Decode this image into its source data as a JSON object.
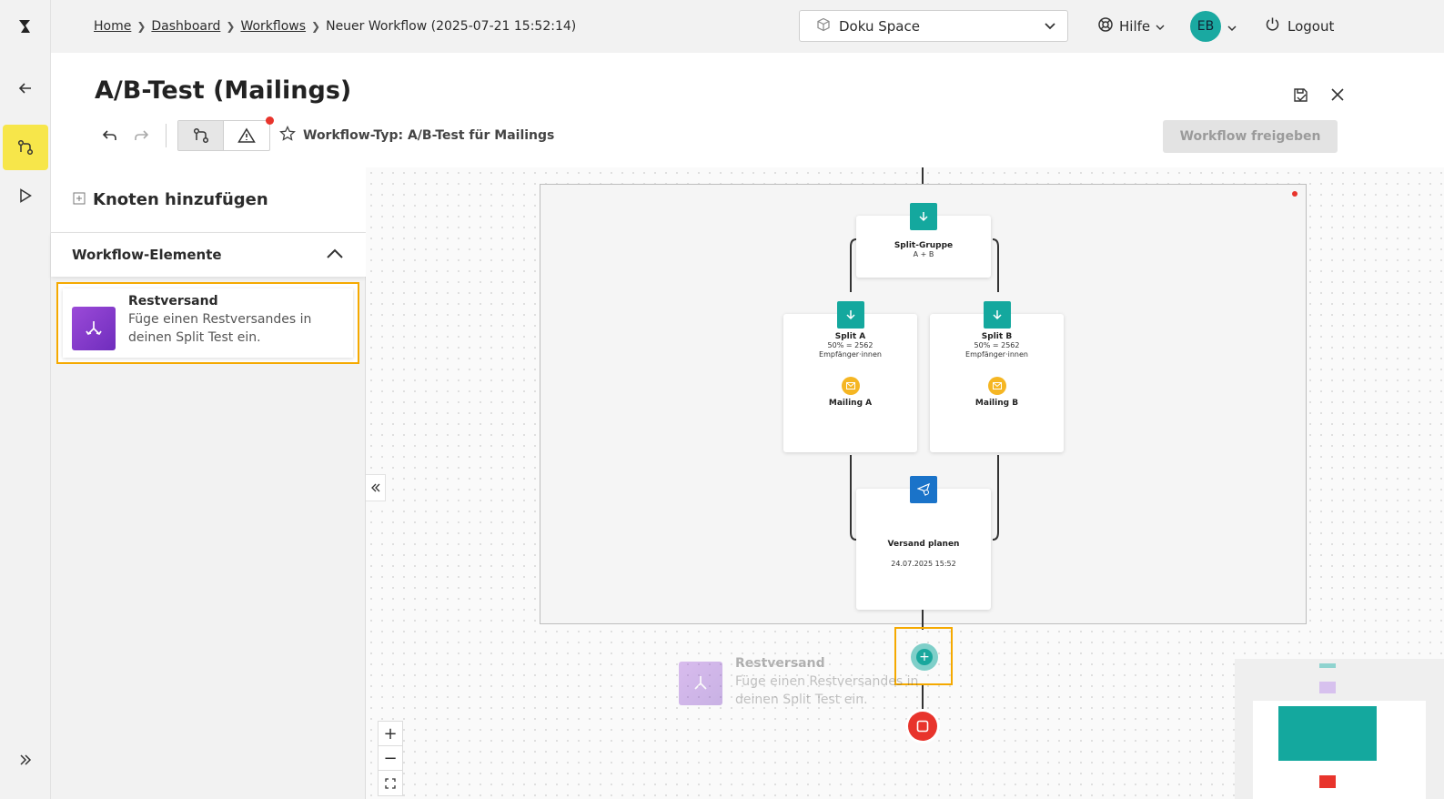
{
  "breadcrumb": {
    "items": [
      "Home",
      "Dashboard",
      "Workflows"
    ],
    "current": "Neuer Workflow (2025-07-21 15:52:14)"
  },
  "space_select": {
    "value": "Doku Space"
  },
  "help": {
    "label": "Hilfe"
  },
  "user": {
    "initials": "EB"
  },
  "logout": {
    "label": "Logout"
  },
  "page": {
    "title": "A/B-Test (Mailings)",
    "workflow_type": "Workflow-Typ: A/B-Test für Mailings",
    "release_button": "Workflow freigeben"
  },
  "panel": {
    "title": "Knoten hinzufügen",
    "section": "Workflow-Elemente",
    "element": {
      "title": "Restversand",
      "description": "Füge einen Restversandes in deinen Split Test ein."
    }
  },
  "canvas": {
    "split_group": {
      "title": "Split-Gruppe",
      "sub": "A + B"
    },
    "split_a": {
      "title": "Split A",
      "line1": "50% = 2562",
      "line2": "Empfänger·innen",
      "mailing": "Mailing A"
    },
    "split_b": {
      "title": "Split B",
      "line1": "50% = 2562",
      "line2": "Empfänger·innen",
      "mailing": "Mailing B"
    },
    "schedule": {
      "title": "Versand planen",
      "date": "24.07.2025 15:52"
    },
    "ghost": {
      "title": "Restversand",
      "description": "Füge einen Restversandes in deinen Split Test ein."
    }
  },
  "zoom": {
    "in": "+",
    "out": "−"
  },
  "colors": {
    "accent_teal": "#14a89e",
    "highlight_orange": "#f5a900",
    "active_rail": "#f7e64a",
    "element_purple": "#7b35c8",
    "error_red": "#e8342c"
  }
}
